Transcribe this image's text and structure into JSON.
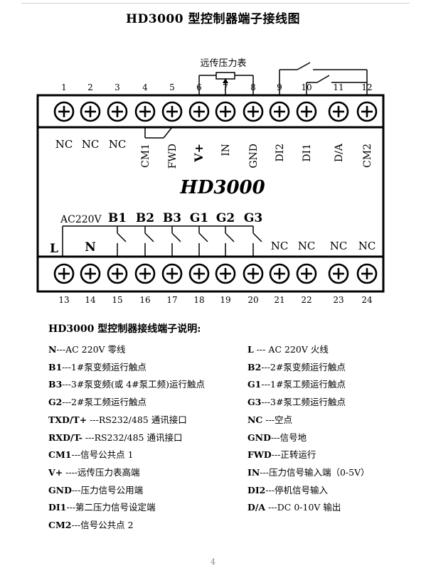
{
  "title": "HD3000 型控制器端子接线图",
  "diagram": {
    "pressure_gauge_label": "远传压力表",
    "model_label": "HD3000",
    "ac_label": "AC220V",
    "top_numbers": [
      "1",
      "2",
      "3",
      "4",
      "5",
      "6",
      "7",
      "8",
      "9",
      "10",
      "11",
      "12"
    ],
    "bottom_numbers": [
      "13",
      "14",
      "15",
      "16",
      "17",
      "18",
      "19",
      "20",
      "21",
      "22",
      "23",
      "24"
    ],
    "top_labels": [
      "NC",
      "NC",
      "NC",
      "CM1",
      "FWD",
      "V+",
      "IN",
      "GND",
      "DI2",
      "DI1",
      "D/A",
      "CM2"
    ],
    "bottom_labels_left": [
      "L",
      "N"
    ],
    "bottom_labels_relay": [
      "B1",
      "B2",
      "B3",
      "G1",
      "G2",
      "G3"
    ],
    "bottom_labels_right": [
      "NC",
      "NC",
      "NC",
      "NC"
    ]
  },
  "description": {
    "heading": "HD3000 型控制器接线端子说明:",
    "items": [
      {
        "code": "N",
        "text": "---AC 220V 零线"
      },
      {
        "code": "L",
        "text": " --- AC 220V 火线"
      },
      {
        "code": "B1",
        "text": "---1#泵变频运行触点"
      },
      {
        "code": "B2",
        "text": "---2#泵变频运行触点"
      },
      {
        "code": "B3",
        "text": "---3#泵变频(或 4#泵工频)运行触点"
      },
      {
        "code": "G1",
        "text": "---1#泵工频运行触点"
      },
      {
        "code": "G2",
        "text": "---2#泵工频运行触点"
      },
      {
        "code": "G3",
        "text": "---3#泵工频运行触点"
      },
      {
        "code": "TXD/T+",
        "text": " ---RS232/485 通讯接口"
      },
      {
        "code": "NC",
        "text": " ---空点"
      },
      {
        "code": "RXD/T-",
        "text": " ---RS232/485 通讯接口"
      },
      {
        "code": "GND",
        "text": "---信号地"
      },
      {
        "code": "CM1",
        "text": "---信号公共点 1"
      },
      {
        "code": "FWD",
        "text": "---正转运行"
      },
      {
        "code": "V+",
        "text": " ----远传压力表高端"
      },
      {
        "code": "IN",
        "text": "---压力信号输入端（0-5V）"
      },
      {
        "code": "GND",
        "text": "---压力信号公用端"
      },
      {
        "code": "DI2",
        "text": "---停机信号输入"
      },
      {
        "code": "DI1",
        "text": "---第二压力信号设定端"
      },
      {
        "code": "D/A",
        "text": " ---DC 0-10V 输出"
      },
      {
        "code": "CM2",
        "text": "---信号公共点 2"
      }
    ]
  },
  "page_number": "4"
}
